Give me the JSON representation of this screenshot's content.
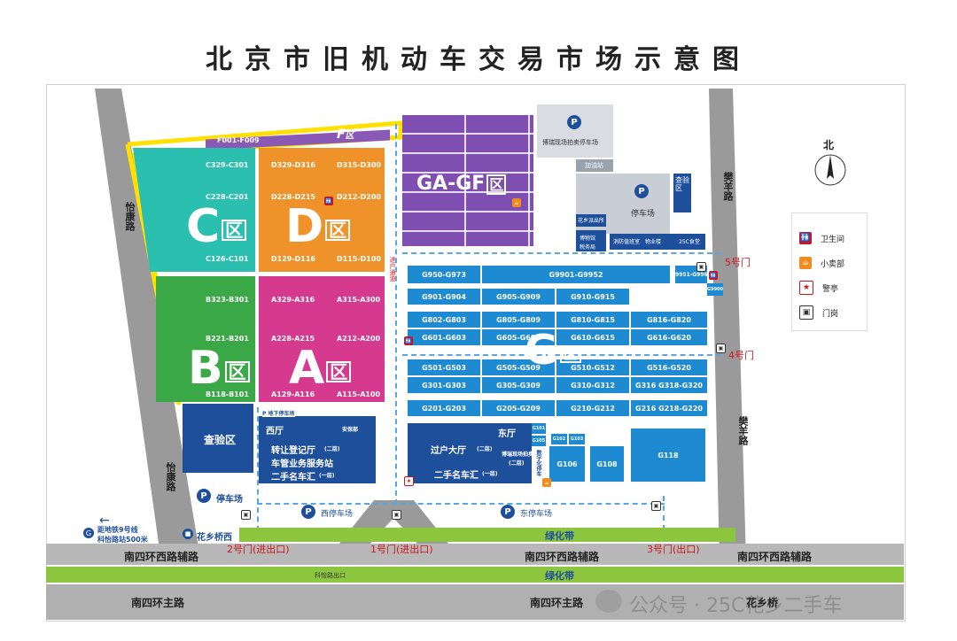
{
  "title": "北京市旧机动车交易市场示意图",
  "zones": {
    "C": {
      "letter": "C",
      "suffix": "区",
      "rows": [
        "C329-C301",
        "C228-C201",
        "C126-C101"
      ],
      "top_strip": "F001-F009"
    },
    "D": {
      "letter": "D",
      "suffix": "区",
      "rows_left": [
        "D329-D316",
        "D228-D215",
        "D129-D116"
      ],
      "rows_right": [
        "D315-D300",
        "D212-D200",
        "D115-D100"
      ]
    },
    "F": {
      "letter": "F",
      "suffix": "区"
    },
    "B": {
      "letter": "B",
      "suffix": "区",
      "rows": [
        "B323-B301",
        "B221-B201",
        "B118-B101"
      ]
    },
    "A": {
      "letter": "A",
      "suffix": "区",
      "rows_left": [
        "A329-A316",
        "A228-A215",
        "A129-A116"
      ],
      "rows_right": [
        "A315-A300",
        "A212-A200",
        "A115-A100"
      ]
    },
    "GAGF": {
      "label": "GA-GF",
      "suffix": "区"
    },
    "G": {
      "letter": "G",
      "suffix": "区",
      "top_row": [
        "G950-G973",
        "G9901-G9952"
      ],
      "right_top": "G9951-G9968",
      "right_small": "G9900",
      "rows": [
        [
          "G901-G904",
          "G905-G909",
          "G910-G915"
        ],
        [
          "G802-G803",
          "G805-G809",
          "G810-G815",
          "G816-G820"
        ],
        [
          "G601-G603",
          "G605-G609",
          "G610-G615",
          "G616-G620"
        ],
        [
          "G501-G503",
          "G505-G509",
          "G510-G512",
          "G516-G520"
        ],
        [
          "G301-G303",
          "G305-G309",
          "G310-G312",
          "G316 G318-G320"
        ],
        [
          "G201-G203",
          "G205-G209",
          "G210-G212",
          "G216 G218-G220"
        ]
      ],
      "small": [
        "G101",
        "G105",
        "G102",
        "G103"
      ],
      "blocks": [
        "G106",
        "G108",
        "G118"
      ]
    }
  },
  "buildings": {
    "inspection": "查验区",
    "west_hall": {
      "name": "西厅",
      "service": "安保部",
      "lines": [
        "转让登记厅",
        "车管业务服务站",
        "二手名车汇"
      ],
      "floors": [
        "(二层)",
        "",
        "(一层)"
      ],
      "tag": "P 地下停车场"
    },
    "east_hall": {
      "name": "东厅",
      "lines": [
        "过户大厅",
        "二手名车汇"
      ],
      "floors": [
        "(二层)",
        "(一层)"
      ],
      "extra": "博瑞现场拍卖",
      "extra_floor": "(二层)",
      "side": "数字化停车"
    },
    "auction_parking": "博瑞现场拍卖停车场",
    "gas": "加油站",
    "parking_right": "停车场",
    "acceptance": "查验区",
    "small_blocks": [
      "花乡派出所",
      "博物馆",
      "税务局",
      "消防值班室",
      "物业楼",
      "25C食堂"
    ]
  },
  "parking": {
    "west": "西停车场",
    "east": "东停车场",
    "south_left": "停车场"
  },
  "green_belt": "绿化带",
  "roads": {
    "yikang_top": "怡康路",
    "yikang_bottom": "怡康路",
    "fanyang_top": "樊羊路",
    "fanyang_bottom": "樊羊路",
    "s4_aux_left": "南四环西路辅路",
    "s4_aux_mid": "南四环西路辅路",
    "s4_aux_right": "南四环西路辅路",
    "s4_main_left": "南四环主路",
    "s4_main_mid": "南四环主路",
    "keyi": "科怡路出口",
    "channel": "进户通道"
  },
  "gates": {
    "g1": "1号门(进出口)",
    "g2": "2号门(进出口)",
    "g3": "3号门(出口)",
    "g4": "4号门",
    "g5": "5号门"
  },
  "subway": {
    "line1": "距地铁9号线",
    "line2": "科怡路站500米"
  },
  "bus": "花乡桥西",
  "north": "北",
  "legend": [
    {
      "label": "卫生间",
      "icon": "toilet-icon",
      "color": "#d0141c"
    },
    {
      "label": "小卖部",
      "icon": "shop-icon",
      "color": "#f08c1e"
    },
    {
      "label": "警亭",
      "icon": "police-icon",
      "color": "#d0141c"
    },
    {
      "label": "门岗",
      "icon": "guard-icon",
      "color": "#333333"
    }
  ],
  "watermark": "公众号 · 25C花乡二手车",
  "watermark_tail": "花乡桥"
}
